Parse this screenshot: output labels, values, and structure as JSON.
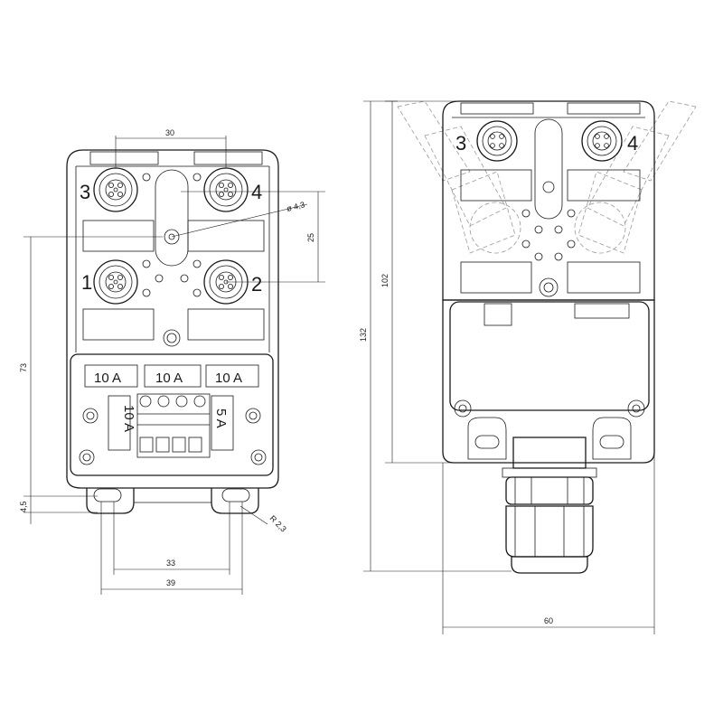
{
  "front_view": {
    "port_labels": [
      "3",
      "4",
      "1",
      "2"
    ],
    "fuse_labels_top": [
      "10 A",
      "10 A",
      "10 A"
    ],
    "fuse_label_left": "10 A",
    "fuse_label_right": "5 A",
    "dimensions": {
      "connector_spacing": "30",
      "hole_diameter": "ø 4,3",
      "vertical_spacing": "25",
      "height_73": "73",
      "offset_4_5": "4,5",
      "radius": "R 2,3",
      "hole_spacing_33": "33",
      "width_39": "39"
    }
  },
  "side_view": {
    "port_labels": [
      "3",
      "4"
    ],
    "dimensions": {
      "total_height": "132",
      "body_height": "102",
      "width": "60"
    }
  }
}
